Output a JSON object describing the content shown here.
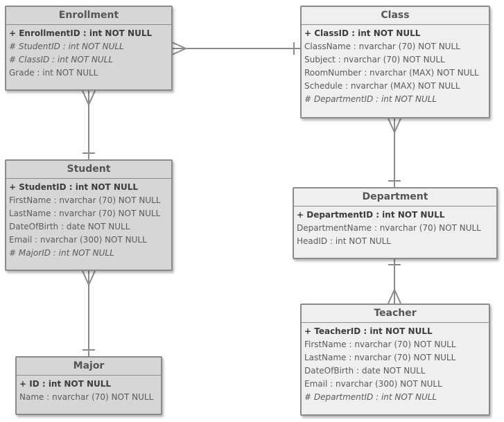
{
  "entities": {
    "enrollment": {
      "title": "Enrollment",
      "attrs": [
        {
          "prefix": "+ ",
          "text": "EnrollmentID : int NOT NULL"
        },
        {
          "prefix": "# ",
          "text": "StudentID : int NOT NULL"
        },
        {
          "prefix": "# ",
          "text": "ClassID : int NOT NULL"
        },
        {
          "prefix": "",
          "text": "Grade : int NOT NULL"
        }
      ]
    },
    "class": {
      "title": "Class",
      "attrs": [
        {
          "prefix": "+ ",
          "text": "ClassID : int NOT NULL"
        },
        {
          "prefix": "",
          "text": "ClassName : nvarchar (70)  NOT NULL"
        },
        {
          "prefix": "",
          "text": "Subject : nvarchar (70)  NOT NULL"
        },
        {
          "prefix": "",
          "text": "RoomNumber : nvarchar (MAX)  NOT NULL"
        },
        {
          "prefix": "",
          "text": "Schedule : nvarchar (MAX)  NOT NULL"
        },
        {
          "prefix": "# ",
          "text": "DepartmentID : int NOT NULL"
        }
      ]
    },
    "student": {
      "title": "Student",
      "attrs": [
        {
          "prefix": "+ ",
          "text": "StudentID : int NOT NULL"
        },
        {
          "prefix": "",
          "text": "FirstName : nvarchar (70)  NOT NULL"
        },
        {
          "prefix": "",
          "text": "LastName : nvarchar (70)  NOT NULL"
        },
        {
          "prefix": "",
          "text": "DateOfBirth : date NOT NULL"
        },
        {
          "prefix": "",
          "text": "Email : nvarchar (300)  NOT NULL"
        },
        {
          "prefix": "# ",
          "text": "MajorID : int NOT NULL"
        }
      ]
    },
    "department": {
      "title": "Department",
      "attrs": [
        {
          "prefix": "+ ",
          "text": "DepartmentID : int NOT NULL"
        },
        {
          "prefix": "",
          "text": "DepartmentName : nvarchar (70)  NOT NULL"
        },
        {
          "prefix": "",
          "text": "HeadID : int NOT NULL"
        }
      ]
    },
    "teacher": {
      "title": "Teacher",
      "attrs": [
        {
          "prefix": "+ ",
          "text": "TeacherID : int NOT NULL"
        },
        {
          "prefix": "",
          "text": "FirstName : nvarchar (70)  NOT NULL"
        },
        {
          "prefix": "",
          "text": "LastName : nvarchar (70)  NOT NULL"
        },
        {
          "prefix": "",
          "text": "DateOfBirth : date NOT NULL"
        },
        {
          "prefix": "",
          "text": "Email : nvarchar (300)  NOT NULL"
        },
        {
          "prefix": "# ",
          "text": "DepartmentID : int NOT NULL"
        }
      ]
    },
    "major": {
      "title": "Major",
      "attrs": [
        {
          "prefix": "+ ",
          "text": "ID : int NOT NULL"
        },
        {
          "prefix": "",
          "text": "Name : nvarchar (70)  NOT NULL"
        }
      ]
    }
  },
  "relationships": [
    {
      "from": "Enrollment",
      "to": "Class",
      "cardinality": "many-to-one"
    },
    {
      "from": "Enrollment",
      "to": "Student",
      "cardinality": "many-to-one"
    },
    {
      "from": "Student",
      "to": "Major",
      "cardinality": "many-to-one"
    },
    {
      "from": "Class",
      "to": "Department",
      "cardinality": "many-to-one"
    },
    {
      "from": "Teacher",
      "to": "Department",
      "cardinality": "many-to-one"
    }
  ],
  "colors": {
    "line": "#8a8a8a",
    "box_gray": "#d6d6d6",
    "box_light": "#efefef",
    "title_text": "#555555"
  }
}
